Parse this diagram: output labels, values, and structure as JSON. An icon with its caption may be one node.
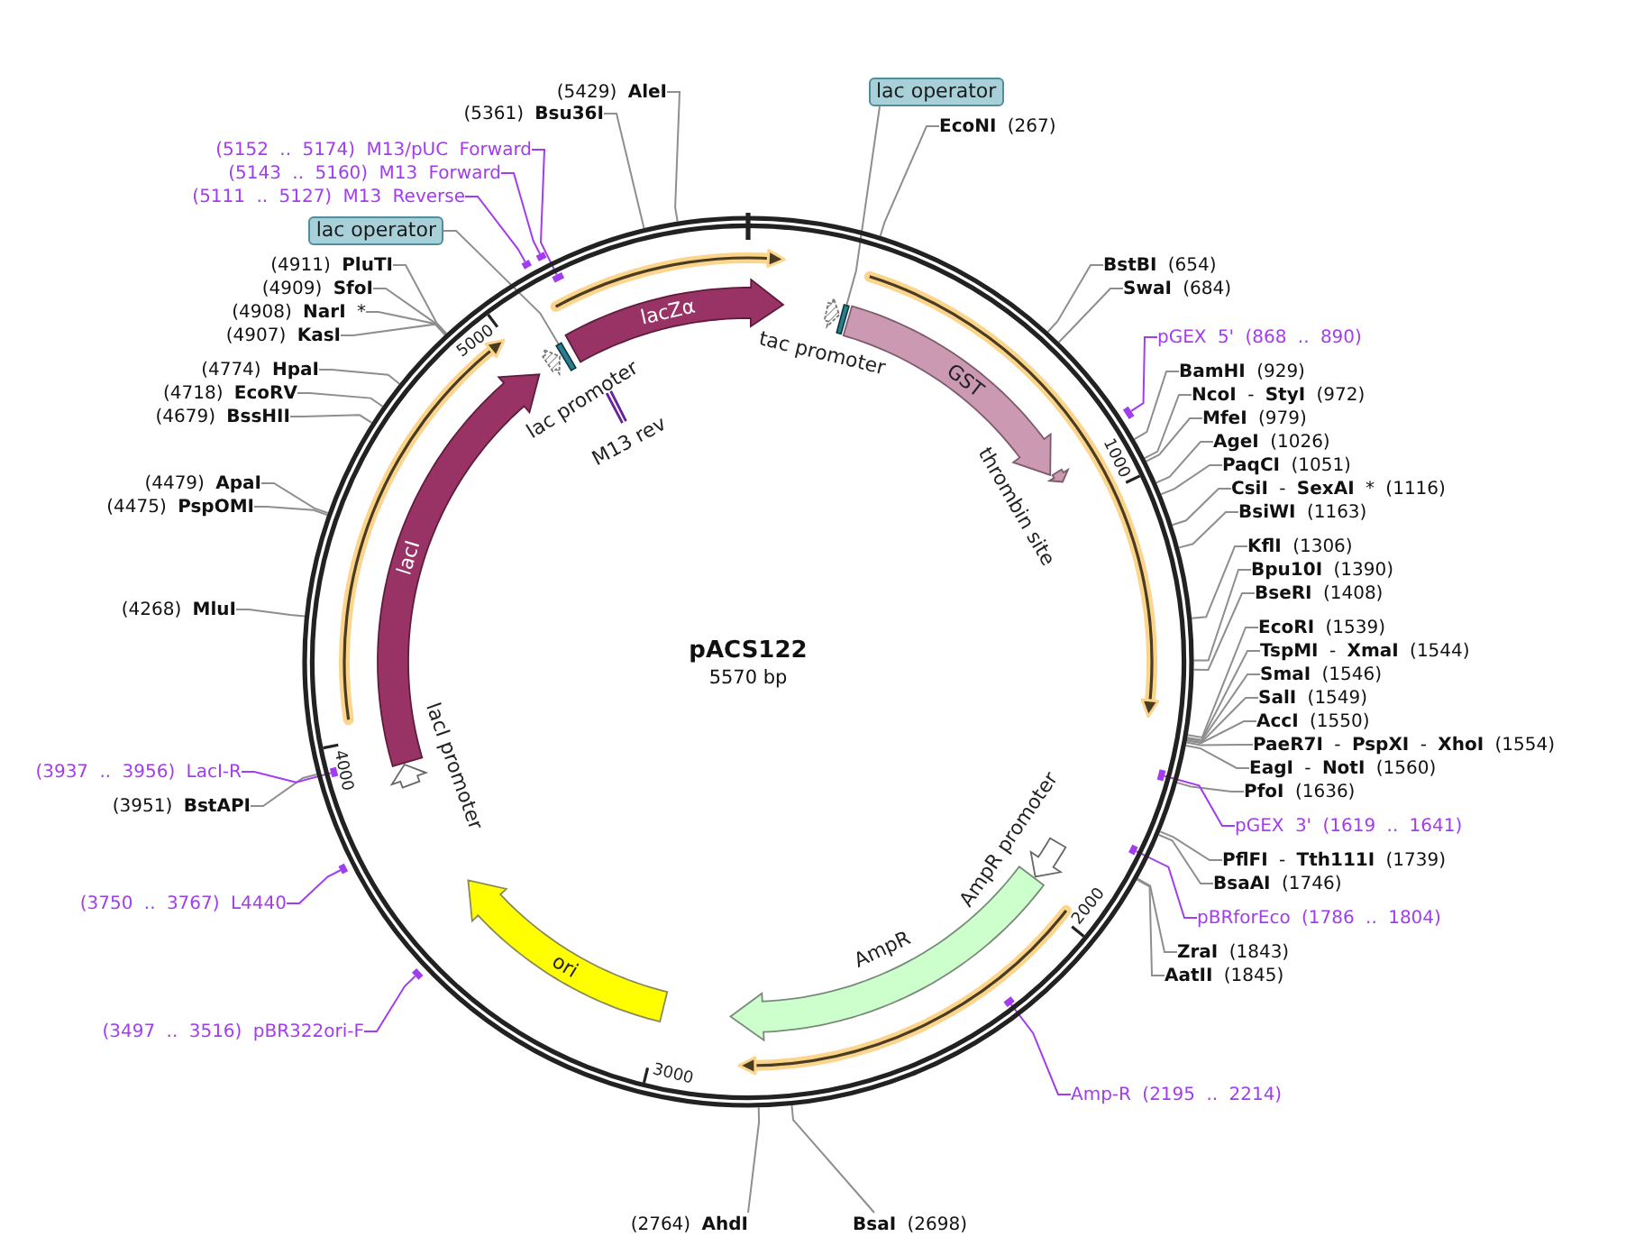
{
  "diagram": {
    "nodes": [
      {
        "text": [
          "pACS122",
          "5570 bp"
        ]
      },
      {
        "text": [
          "lac operator"
        ]
      },
      {
        "text": [],
        "shape": "bar",
        "in": 0
      },
      {
        "text": [
          "**EcoNI** (267)"
        ]
      },
      {
        "text": [
          "**BstBI** (654)"
        ]
      },
      {
        "text": [
          "**SwaI** (684)"
        ]
      },
      {
        "text": [
          "pGEX 5' (868 .. 890)"
        ]
      },
      {
        "text": [],
        "shape": "bar"
      },
      {
        "text": [
          "**BamHI** (929)"
        ]
      },
      {
        "text": [
          "**NcoI** - **StyI** (972)"
        ]
      },
      {
        "text": [
          "**MfeI** (979)"
        ]
      },
      {
        "text": [
          "**AgeI** (1026)"
        ]
      },
      {
        "text": [
          "**PaqCI** (1051)"
        ]
      },
      {
        "text": [
          "**CsiI** - **SexAI** * (1116)"
        ]
      },
      {
        "text": [
          "**BsiWI** (1163)"
        ]
      },
      {
        "text": [
          "**KflI** (1306)"
        ]
      },
      {
        "text": [
          "**Bpu10I** (1390)"
        ]
      },
      {
        "text": [
          "**BseRI** (1408)"
        ]
      },
      {
        "text": [
          "**EcoRI** (1539)"
        ]
      },
      {
        "text": [
          "**TspMI** - **XmaI** (1544)"
        ]
      },
      {
        "text": [
          "**SmaI** (1546)"
        ]
      },
      {
        "text": [
          "**SalI** (1549)"
        ]
      },
      {
        "text": [
          "**AccI** (1550)"
        ]
      },
      {
        "text": [
          "**PaeR7I** - **PspXI** - **XhoI** (1554)"
        ]
      },
      {
        "text": [
          "**EagI** - **NotI** (1560)"
        ]
      },
      {
        "text": [
          "**PfoI** (1636)"
        ]
      },
      {
        "text": [
          "pGEX 3' (1619 .. 1641)"
        ]
      },
      {
        "text": [],
        "shape": "bar",
        "in": 0
      },
      {
        "text": [
          "**PflFI** - **Tth111I** (1739)"
        ]
      },
      {
        "text": [
          "**BsaAI** (1746)"
        ]
      },
      {
        "text": [
          "pBRforEco (1786 .. 1804)"
        ]
      },
      {
        "text": [],
        "shape": "bar",
        "in": 0
      },
      {
        "text": [
          "**ZraI** (1843)"
        ]
      },
      {
        "text": [
          "**AatII** (1845)"
        ]
      },
      {
        "text": [
          "Amp-R (2195 .. 2214)"
        ]
      },
      {
        "text": [],
        "shape": "bar",
        "in": 0
      },
      {
        "text": [
          "**BsaI** (2698)"
        ]
      },
      {
        "text": [
          "(2764) **AhdI**"
        ]
      },
      {
        "text": [
          "(3497 .. 3516) pBR322ori-F"
        ]
      },
      {
        "text": [],
        "shape": "bar"
      },
      {
        "text": [
          "(3750 .. 3767) L4440"
        ]
      },
      {
        "text": [],
        "shape": "bar"
      },
      {
        "text": [
          "(3951) **BstAPI**"
        ]
      },
      {
        "text": [
          "(3937 .. 3956) LacI-R"
        ]
      },
      {
        "text": [],
        "shape": "bar",
        "in": 0
      },
      {
        "text": [
          "(4268) **MluI**"
        ]
      },
      {
        "text": [
          "(4475) **PspOMI**"
        ]
      },
      {
        "text": [
          "(4479) **ApaI**"
        ]
      },
      {
        "text": [
          "(4679) **BssHII**"
        ]
      },
      {
        "text": [
          "(4718) **EcoRV**"
        ]
      },
      {
        "text": [
          "(4774) **HpaI**"
        ]
      },
      {
        "text": [
          "(4907) **KasI**"
        ]
      },
      {
        "text": [
          "(4908) **NarI** *"
        ]
      },
      {
        "text": [
          "(4909) **SfoI**"
        ]
      },
      {
        "text": [
          "(4911) **PluTI**"
        ]
      },
      {
        "text": [
          "lac operator"
        ]
      },
      {
        "text": [],
        "shape": "bar",
        "in": 0
      },
      {
        "text": [
          "(5111 .. 5127) M13 Reverse"
        ]
      },
      {
        "text": [],
        "shape": "bar"
      },
      {
        "text": [
          "(5143 .. 5160) M13 Forward"
        ]
      },
      {
        "text": [],
        "shape": "bar"
      },
      {
        "text": [
          "(5152 .. 5174) M13/pUC Forward"
        ]
      },
      {
        "text": [],
        "shape": "bar",
        "in": 0
      },
      {
        "text": [
          "(5361) **Bsu36I**"
        ]
      },
      {
        "text": [
          "(5429) **AleI**"
        ]
      },
      {
        "text": [
          "lacZα"
        ],
        "in": 0
      },
      {
        "text": [
          "tac promoter"
        ],
        "in": 0
      },
      {
        "text": [
          "GST"
        ],
        "in": 0
      },
      {
        "text": [
          "thrombin site"
        ],
        "in": 0
      },
      {
        "text": [
          "AmpR promoter"
        ],
        "in": 0
      },
      {
        "text": [
          "AmpR"
        ],
        "in": 0
      },
      {
        "text": [
          "ori"
        ],
        "in": 0
      },
      {
        "text": [
          "lacI promoter"
        ],
        "in": 0
      },
      {
        "text": [
          "lacI"
        ],
        "in": 0
      },
      {
        "text": [
          "lac promoter"
        ],
        "in": 0
      },
      {
        "text": [
          "M13 rev"
        ],
        "in": 0
      }
    ],
    "edges": [
      {
        "from": 1,
        "to": 2,
        "arrow": "none"
      },
      {
        "from": 3,
        "to": 0,
        "arrow": "none"
      },
      {
        "from": 4,
        "to": 0,
        "arrow": "none"
      },
      {
        "from": 5,
        "to": 0,
        "arrow": "none"
      },
      {
        "from": 6,
        "to": 7,
        "arrow": "none",
        "color": "#a23cf0"
      },
      {
        "from": 8,
        "to": 0,
        "arrow": "none"
      },
      {
        "from": 9,
        "to": 0,
        "arrow": "none"
      },
      {
        "from": 10,
        "to": 0,
        "arrow": "none"
      },
      {
        "from": 11,
        "to": 0,
        "arrow": "none"
      },
      {
        "from": 12,
        "to": 0,
        "arrow": "none"
      },
      {
        "from": 13,
        "to": 0,
        "arrow": "none"
      },
      {
        "from": 14,
        "to": 0,
        "arrow": "none"
      },
      {
        "from": 15,
        "to": 0,
        "arrow": "none"
      },
      {
        "from": 16,
        "to": 0,
        "arrow": "none"
      },
      {
        "from": 17,
        "to": 0,
        "arrow": "none"
      },
      {
        "from": 18,
        "to": 0,
        "arrow": "none"
      },
      {
        "from": 19,
        "to": 0,
        "arrow": "none"
      },
      {
        "from": 20,
        "to": 0,
        "arrow": "none"
      },
      {
        "from": 21,
        "to": 0,
        "arrow": "none"
      },
      {
        "from": 22,
        "to": 0,
        "arrow": "none"
      },
      {
        "from": 23,
        "to": 0,
        "arrow": "none"
      },
      {
        "from": 24,
        "to": 0,
        "arrow": "none"
      },
      {
        "from": 25,
        "to": 0,
        "arrow": "none"
      },
      {
        "from": 26,
        "to": 27,
        "arrow": "none",
        "color": "#a23cf0"
      },
      {
        "from": 28,
        "to": 0,
        "arrow": "none"
      },
      {
        "from": 29,
        "to": 0,
        "arrow": "none"
      },
      {
        "from": 30,
        "to": 31,
        "arrow": "none",
        "color": "#a23cf0"
      },
      {
        "from": 32,
        "to": 0,
        "arrow": "none"
      },
      {
        "from": 33,
        "to": 0,
        "arrow": "none"
      },
      {
        "from": 34,
        "to": 35,
        "arrow": "none",
        "color": "#a23cf0"
      },
      {
        "from": 36,
        "to": 0,
        "arrow": "none"
      },
      {
        "from": 37,
        "to": 0,
        "arrow": "none"
      },
      {
        "from": 38,
        "to": 39,
        "arrow": "none",
        "color": "#a23cf0"
      },
      {
        "from": 40,
        "to": 41,
        "arrow": "none",
        "color": "#a23cf0"
      },
      {
        "from": 42,
        "to": 0,
        "arrow": "none"
      },
      {
        "from": 43,
        "to": 44,
        "arrow": "none",
        "color": "#a23cf0"
      },
      {
        "from": 45,
        "to": 0,
        "arrow": "none"
      },
      {
        "from": 46,
        "to": 0,
        "arrow": "none"
      },
      {
        "from": 47,
        "to": 0,
        "arrow": "none"
      },
      {
        "from": 48,
        "to": 0,
        "arrow": "none"
      },
      {
        "from": 49,
        "to": 0,
        "arrow": "none"
      },
      {
        "from": 50,
        "to": 0,
        "arrow": "none"
      },
      {
        "from": 51,
        "to": 0,
        "arrow": "none"
      },
      {
        "from": 52,
        "to": 0,
        "arrow": "none"
      },
      {
        "from": 53,
        "to": 0,
        "arrow": "none"
      },
      {
        "from": 54,
        "to": 0,
        "arrow": "none"
      },
      {
        "from": 55,
        "to": 56,
        "arrow": "none"
      },
      {
        "from": 57,
        "to": 58,
        "arrow": "none",
        "color": "#a23cf0"
      },
      {
        "from": 59,
        "to": 60,
        "arrow": "none",
        "color": "#a23cf0"
      },
      {
        "from": 61,
        "to": 62,
        "arrow": "none",
        "color": "#a23cf0"
      },
      {
        "from": 63,
        "to": 0,
        "arrow": "none"
      },
      {
        "from": 64,
        "to": 0,
        "arrow": "none"
      }
    ],
    "labels": [
      "5000",
      "1000",
      "4000",
      "2000",
      "3000"
    ]
  }
}
